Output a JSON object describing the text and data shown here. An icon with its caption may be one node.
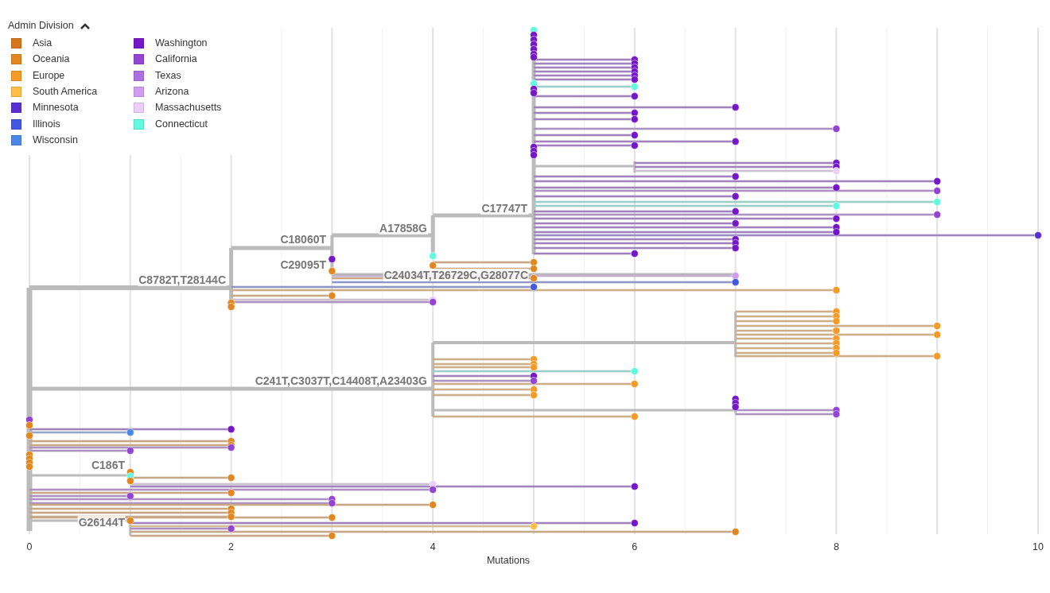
{
  "diagram": {
    "labels": [
      "Admin Division",
      "C8782T,T28144C",
      "C18060T",
      "A17858G",
      "C17747T",
      "C29095T",
      "C24034T,T26729C,G28077C",
      "C241T,C3037T,C14408T,A23403G",
      "C186T",
      "G26144T",
      "0",
      "2",
      "4",
      "6",
      "8",
      "10",
      "Mutations"
    ],
    "legend": [
      {
        "text": "Asia",
        "color": "#d5761c"
      },
      {
        "text": "Oceania",
        "color": "#e2861f"
      },
      {
        "text": "Europe",
        "color": "#f49a26"
      },
      {
        "text": "South America",
        "color": "#fdbe45"
      },
      {
        "text": "Minnesota",
        "color": "#5a2fd1"
      },
      {
        "text": "Illinois",
        "color": "#4357e1"
      },
      {
        "text": "Wisconsin",
        "color": "#4a87e6"
      },
      {
        "text": "Washington",
        "color": "#7417c6"
      },
      {
        "text": "California",
        "color": "#9444d3"
      },
      {
        "text": "Texas",
        "color": "#ad70e0"
      },
      {
        "text": "Arizona",
        "color": "#cf9cef"
      },
      {
        "text": "Massachusetts",
        "color": "#eccff7"
      },
      {
        "text": "Connecticut",
        "color": "#5ffae0"
      }
    ]
  }
}
